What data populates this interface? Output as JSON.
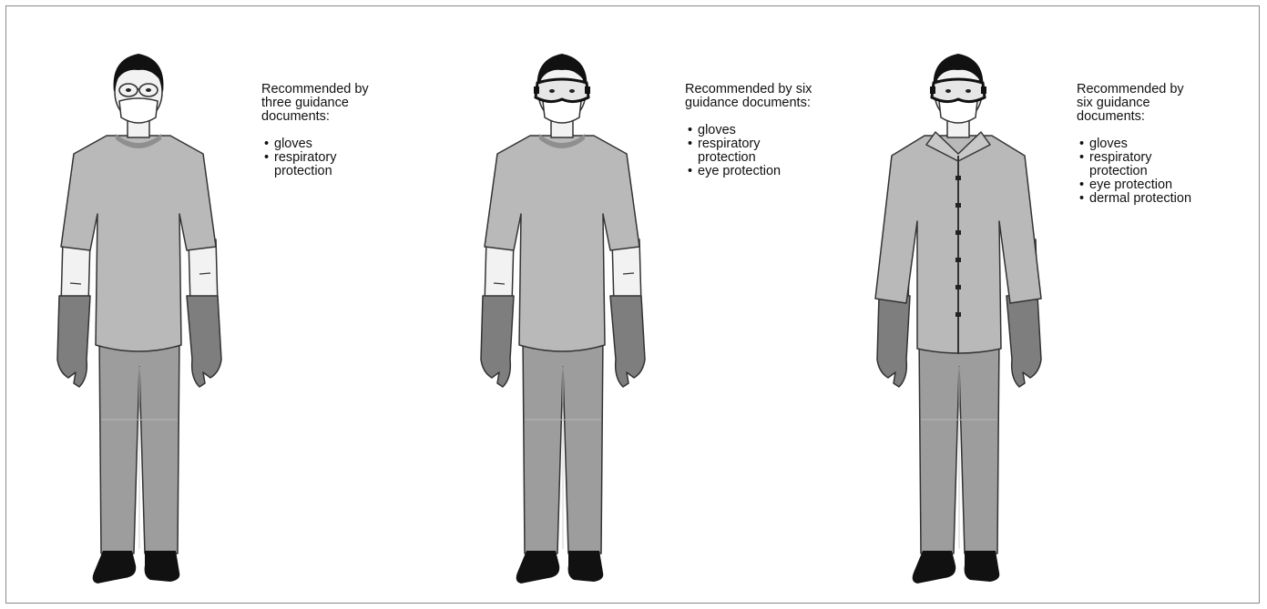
{
  "panels": [
    {
      "heading": "Recommended by\nthree guidance\ndocuments:",
      "items": [
        "gloves",
        "respiratory\nprotection"
      ],
      "eyewear": "glasses",
      "garment": "tshirt"
    },
    {
      "heading": "Recommended by six\nguidance documents:",
      "items": [
        "gloves",
        "respiratory\nprotection",
        "eye protection"
      ],
      "eyewear": "goggles",
      "garment": "tshirt"
    },
    {
      "heading": "Recommended by\nsix guidance\ndocuments:",
      "items": [
        "gloves",
        "respiratory\nprotection",
        "eye protection",
        "dermal protection"
      ],
      "eyewear": "goggles",
      "garment": "shirt"
    }
  ],
  "colors": {
    "shirt": "#b9b9b9",
    "pants": "#9d9d9d",
    "gloves": "#7e7e7e",
    "skin": "#f2f2f2",
    "hair": "#111111",
    "outline": "#333333",
    "frame": "#8a8a8a"
  },
  "icons": {
    "figure": "worker-figure-icon",
    "eyewear_glasses": "safety-glasses-icon",
    "eyewear_goggles": "safety-goggles-icon",
    "mask": "respirator-mask-icon",
    "gloves": "glove-icon"
  }
}
